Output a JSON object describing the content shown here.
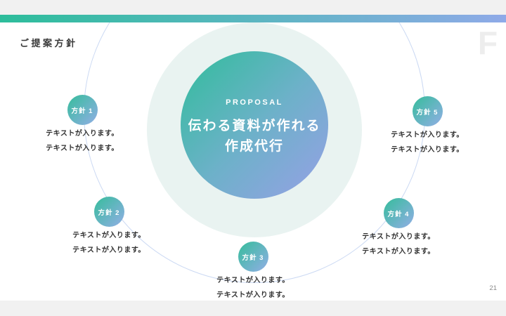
{
  "slide": {
    "title": "ご提案方針",
    "watermark": "F",
    "page_number": "21"
  },
  "center_circle": {
    "eyebrow": "PROPOSAL",
    "heading_line1": "伝わる資料が作れる",
    "heading_line2": "作成代行"
  },
  "items": [
    {
      "label": "方針 1",
      "line1": "テキストが入ります。",
      "line2": "テキストが入ります。"
    },
    {
      "label": "方針 2",
      "line1": "テキストが入ります。",
      "line2": "テキストが入ります。"
    },
    {
      "label": "方針 3",
      "line1": "テキストが入ります。",
      "line2": "テキストが入ります。"
    },
    {
      "label": "方針 4",
      "line1": "テキストが入ります。",
      "line2": "テキストが入ります。"
    },
    {
      "label": "方針 5",
      "line1": "テキストが入ります。",
      "line2": "テキストが入ります。"
    }
  ],
  "colors": {
    "accent_teal": "#2dbd9b",
    "accent_blue": "#8faae8",
    "pale_circle": "#e9f3f1",
    "ring": "#cbd9f3",
    "body_text": "#2f2f2f"
  }
}
